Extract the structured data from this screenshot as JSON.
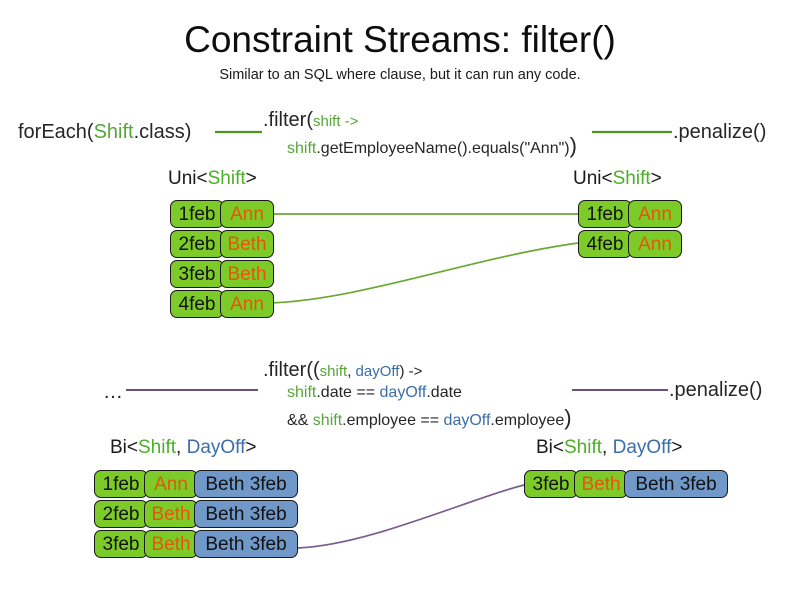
{
  "slide": {
    "title": "Constraint Streams: filter()",
    "subtitle": "Similar to an SQL where clause, but it can run any code."
  },
  "colors": {
    "green_fact": "#7dcb28",
    "blue_fact": "#7099c9",
    "token_green": "#57a639",
    "token_blue": "#3b6ea8",
    "name_orange": "#e8540c",
    "link_green": "#6aa832",
    "link_purple": "#7a5c8e"
  },
  "uni_section": {
    "source_call": {
      "prefix": "forEach(",
      "type": "Shift",
      "suffix": ".class)"
    },
    "filter": {
      "line1_head": ".filter(",
      "line1_param": "shift ->",
      "line2_var": "shift",
      "line2_body": ".getEmployeeName().equals(\"Ann\")",
      "line2_close": ")"
    },
    "terminal_call": ".penalize()",
    "left_caption": {
      "prefix": "Uni<",
      "type1": "Shift",
      "suffix": ">"
    },
    "right_caption": {
      "prefix": "Uni<",
      "type1": "Shift",
      "suffix": ">"
    },
    "left_tuples": [
      {
        "date": "1feb",
        "name": "Ann"
      },
      {
        "date": "2feb",
        "name": "Beth"
      },
      {
        "date": "3feb",
        "name": "Beth"
      },
      {
        "date": "4feb",
        "name": "Ann"
      }
    ],
    "right_tuples": [
      {
        "date": "1feb",
        "name": "Ann"
      },
      {
        "date": "4feb",
        "name": "Ann"
      }
    ]
  },
  "bi_section": {
    "source_call": "…",
    "filter": {
      "line1_head": ".filter((",
      "line1_p1": "shift",
      "line1_comma": ", ",
      "line1_p2": "dayOff",
      "line1_tail": ") ->",
      "line2_v1": "shift",
      "line2_mid": ".date == ",
      "line2_v2": "dayOff",
      "line2_tail": ".date",
      "line3_amp": "&& ",
      "line3_v1": "shift",
      "line3_mid": ".employee == ",
      "line3_v2": "dayOff",
      "line3_tail": ".employee",
      "line3_close": ")"
    },
    "terminal_call": ".penalize()",
    "left_caption": {
      "prefix": "Bi<",
      "type1": "Shift",
      "comma": ", ",
      "type2": "DayOff",
      "suffix": ">"
    },
    "right_caption": {
      "prefix": "Bi<",
      "type1": "Shift",
      "comma": ", ",
      "type2": "DayOff",
      "suffix": ">"
    },
    "left_tuples": [
      {
        "date": "1feb",
        "name": "Ann",
        "dayoff": "Beth 3feb"
      },
      {
        "date": "2feb",
        "name": "Beth",
        "dayoff": "Beth 3feb"
      },
      {
        "date": "3feb",
        "name": "Beth",
        "dayoff": "Beth 3feb"
      }
    ],
    "right_tuples": [
      {
        "date": "3feb",
        "name": "Beth",
        "dayoff": "Beth 3feb"
      }
    ]
  }
}
